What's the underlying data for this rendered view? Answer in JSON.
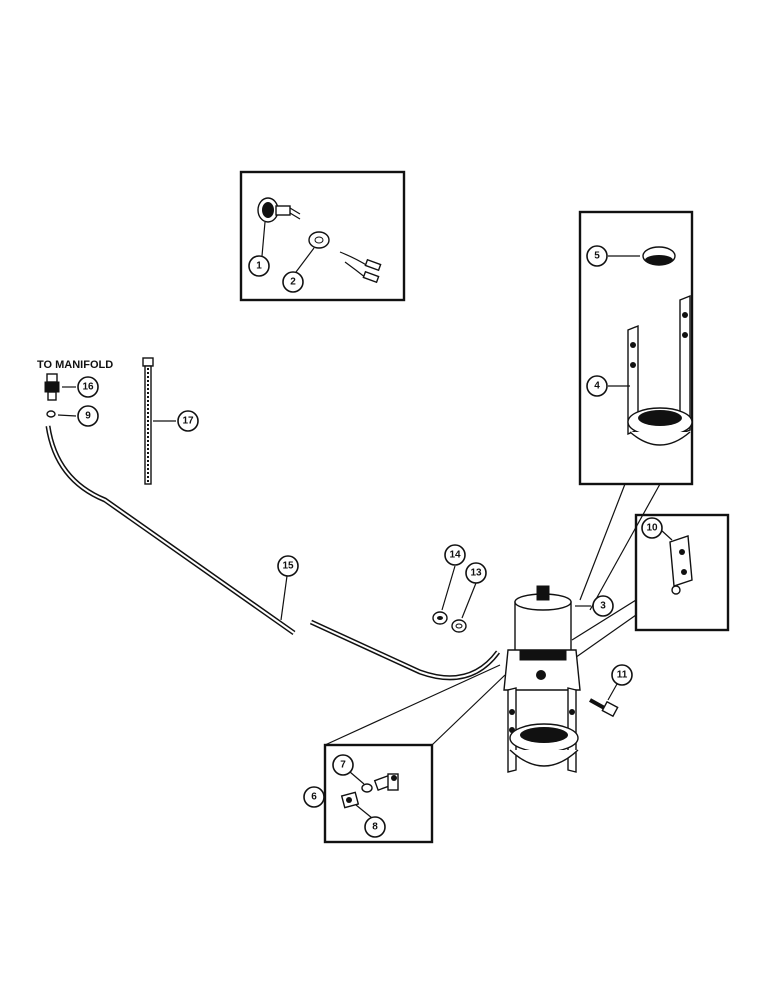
{
  "labels": {
    "to_manifold": "TO MANIFOLD"
  },
  "callouts": {
    "c1": "1",
    "c2": "2",
    "c3": "3",
    "c4": "4",
    "c5": "5",
    "c6": "6",
    "c7": "7",
    "c8": "8",
    "c9": "9",
    "c10": "10",
    "c11": "11",
    "c13": "13",
    "c14": "14",
    "c15": "15",
    "c16": "16",
    "c17": "17"
  }
}
